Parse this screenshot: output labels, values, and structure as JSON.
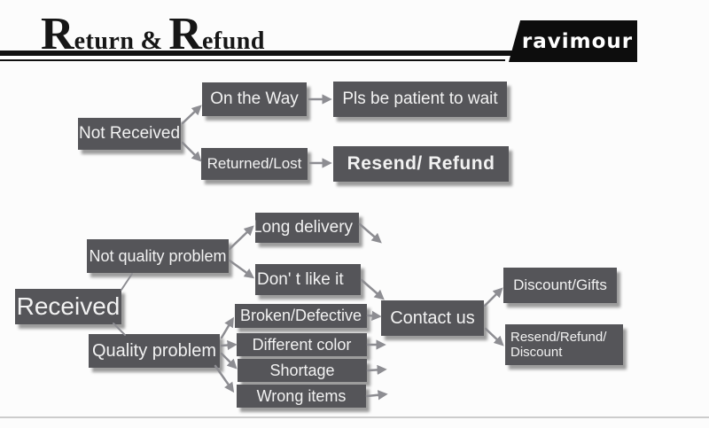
{
  "title": {
    "word1_initial": "R",
    "word1_rest": "eturn",
    "connector": "&",
    "word2_initial": "R",
    "word2_rest": "efund"
  },
  "brand": {
    "logo_text": "ravimour"
  },
  "flow": {
    "not_received": "Not Received",
    "on_the_way": "On the Way",
    "pls_wait": "Pls be patient to wait",
    "returned_lost": "Returned/Lost",
    "resend_refund": "Resend/ Refund",
    "received": "Received",
    "not_quality_problem": "Not quality problem",
    "quality_problem": "Quality problem",
    "long_delivery": "Long delivery",
    "dont_like_it": "Don' t like it",
    "broken_defective": "Broken/Defective",
    "different_color": "Different color",
    "shortage": "Shortage",
    "wrong_items": "Wrong items",
    "contact_us": "Contact us",
    "discount_gifts": "Discount/Gifts",
    "resend_refund_discount_line1": "Resend/Refund/",
    "resend_refund_discount_line2": "Discount"
  },
  "colors": {
    "node_bg": "#555559",
    "arrow": "#8d8d92",
    "ink": "#111111"
  }
}
